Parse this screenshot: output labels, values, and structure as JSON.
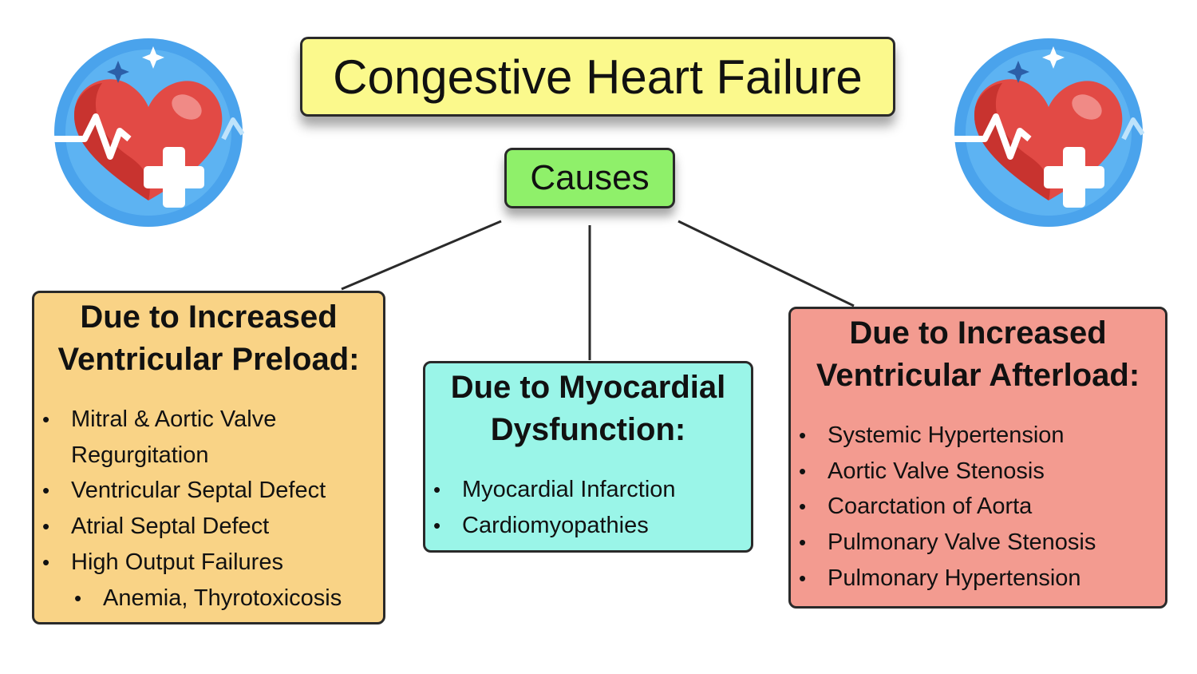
{
  "title": "Congestive Heart Failure",
  "causes_label": "Causes",
  "colors": {
    "title_bg": "#fbf98c",
    "causes_bg": "#8ff06a",
    "preload_bg": "#f9d386",
    "myocardial_bg": "#9af5e8",
    "afterload_bg": "#f39b90",
    "icon_circle": "#4aa3ec",
    "heart": "#e24a45"
  },
  "icons": [
    "heart-medical-icon",
    "heart-medical-icon"
  ],
  "preload": {
    "heading_line1": "Due to Increased",
    "heading_line2": "Ventricular Preload:",
    "item1_line1": "Mitral & Aortic Valve",
    "item1_line2": "Regurgitation",
    "item2": "Ventricular Septal Defect",
    "item3": "Atrial Septal Defect",
    "item4": "High Output Failures",
    "subitem": "Anemia, Thyrotoxicosis"
  },
  "myocardial": {
    "heading_line1": "Due to Myocardial",
    "heading_line2": "Dysfunction:",
    "items": [
      "Myocardial Infarction",
      "Cardiomyopathies"
    ]
  },
  "afterload": {
    "heading_line1": "Due to Increased",
    "heading_line2": "Ventricular Afterload:",
    "items": [
      "Systemic Hypertension",
      "Aortic Valve Stenosis",
      "Coarctation of Aorta",
      "Pulmonary Valve Stenosis",
      "Pulmonary Hypertension"
    ]
  }
}
